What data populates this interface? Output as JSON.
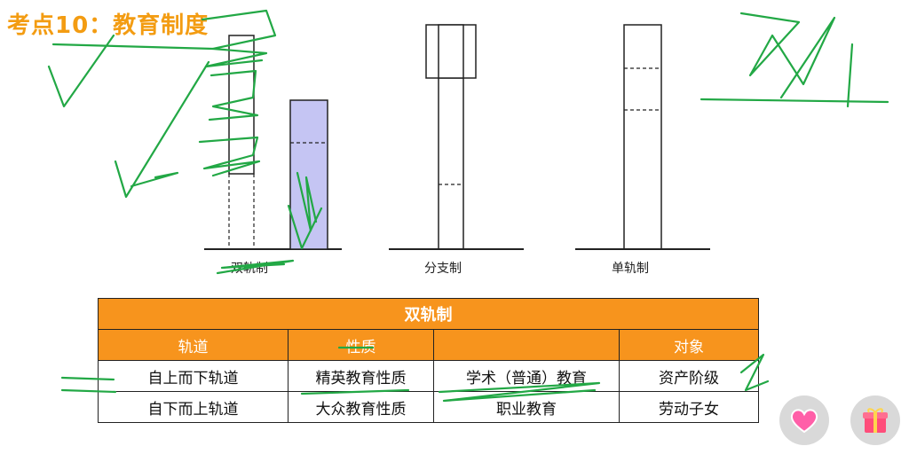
{
  "header": {
    "title": "考点10：教育制度"
  },
  "diagram": {
    "captions": [
      "双轨制",
      "分支制",
      "单轨制"
    ]
  },
  "table": {
    "title": "双轨制",
    "headers": [
      "轨道",
      "性质",
      "",
      "对象"
    ],
    "rows": [
      [
        "自上而下轨道",
        "精英教育性质",
        "学术（普通）教育",
        "资产阶级"
      ],
      [
        "自下而上轨道",
        "大众教育性质",
        "职业教育",
        "劳动子女"
      ]
    ]
  },
  "overlay": {
    "like_button_icon": "heart-icon",
    "gift_button_icon": "gift-icon"
  },
  "colors": {
    "accent": "#f7941d",
    "title": "#f39c12",
    "highlight_bar": "#c5c5f3",
    "ink": "#22a845"
  }
}
